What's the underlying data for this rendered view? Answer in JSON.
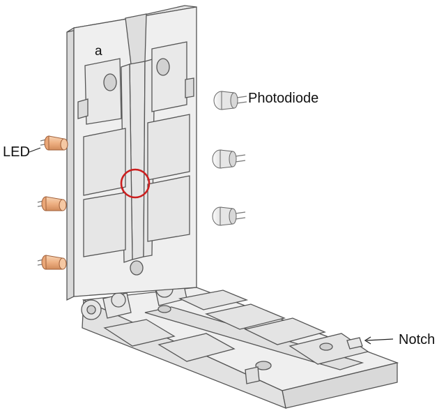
{
  "labels": {
    "panel_letter": "a",
    "photodiode": "Photodiode",
    "led": "LED",
    "notch": "Notch"
  },
  "colors": {
    "part_face": "#efefef",
    "part_side": "#dcdcdc",
    "part_edge": "#555555",
    "led_body": "#f0b98d",
    "led_edge": "#a0603a",
    "highlight_circle": "#cc1f1f"
  }
}
